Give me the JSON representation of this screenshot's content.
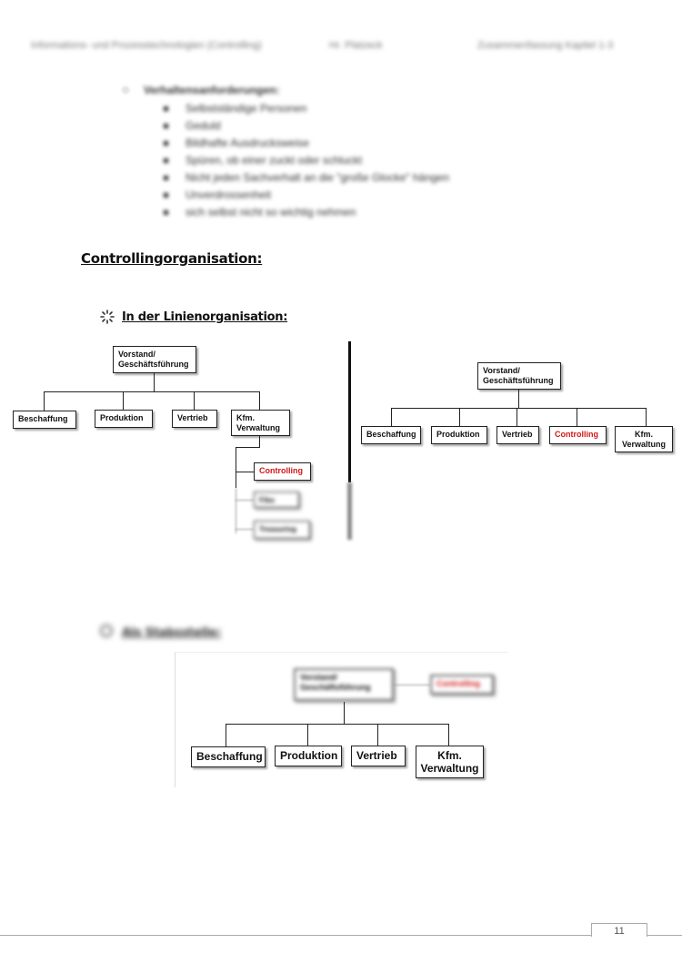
{
  "header": {
    "left": "Informations- und Prozesstechnologien (Controlling)",
    "center": "Hr. Platzeck",
    "right": "Zusammenfassung Kapitel 1-3"
  },
  "requirements": {
    "title": "Verhaltensanforderungen:",
    "items": [
      "Selbstständige Personen",
      "Geduld",
      "Bildhafte Ausdrucksweise",
      "Spüren, ob einer zuckt oder schluckt",
      "Nicht jeden Sachverhalt an die \"große Glocke\" hängen",
      "Unverdrossenheit",
      "sich selbst nicht so wichtig nehmen"
    ]
  },
  "section_title": "Controllingorganisation:",
  "line_org": {
    "title": "In der Linienorganisation:",
    "left_chart": {
      "top": "Vorstand/\nGeschäftsführung",
      "units": [
        "Beschaffung",
        "Produktion",
        "Vertrieb",
        "Kfm.\nVerwaltung"
      ],
      "sub_units": [
        "Controlling",
        "Fibu",
        "Treasuring"
      ]
    },
    "right_chart": {
      "top": "Vorstand/\nGeschäftsführung",
      "units": [
        "Beschaffung",
        "Produktion",
        "Vertrieb",
        "Controlling",
        "Kfm.\nVerwaltung"
      ]
    }
  },
  "staff": {
    "title": "Als Stabsstelle:",
    "top": "Vorstand/\nGeschäftsführung",
    "staff_unit": "Controlling",
    "units": [
      "Beschaffung",
      "Produktion",
      "Vertrieb",
      "Kfm.\nVerwaltung"
    ]
  },
  "page_number": "11",
  "colors": {
    "highlight": "#d01818"
  }
}
